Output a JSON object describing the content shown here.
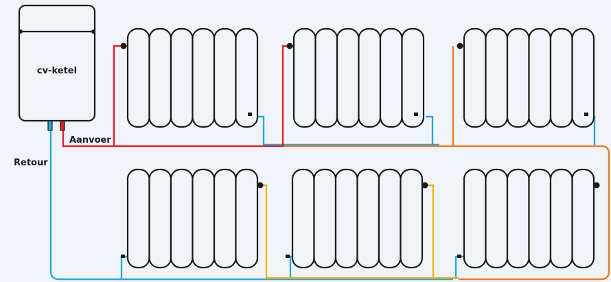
{
  "boiler": {
    "label": "cv-ketel"
  },
  "labels": {
    "supply": "Aanvoer",
    "return": "Retour"
  },
  "colors": {
    "background": "#f0f4f8",
    "outline": "#1a1a1a",
    "supply_hot": "#d42234",
    "supply_warm": "#ec7a2a",
    "supply_cooler": "#f2b31a",
    "return": "#2aa7dc"
  },
  "radiators": [
    {
      "id": "r1",
      "row": "top",
      "sections": 6,
      "supply_color": "supply_hot"
    },
    {
      "id": "r2",
      "row": "top",
      "sections": 6,
      "supply_color": "supply_hot"
    },
    {
      "id": "r3",
      "row": "top",
      "sections": 6,
      "supply_color": "supply_warm"
    },
    {
      "id": "r4",
      "row": "bottom",
      "sections": 6,
      "supply_color": "supply_cooler"
    },
    {
      "id": "r5",
      "row": "bottom",
      "sections": 6,
      "supply_color": "supply_cooler"
    },
    {
      "id": "r6",
      "row": "bottom",
      "sections": 6,
      "supply_color": "supply_warm"
    }
  ]
}
